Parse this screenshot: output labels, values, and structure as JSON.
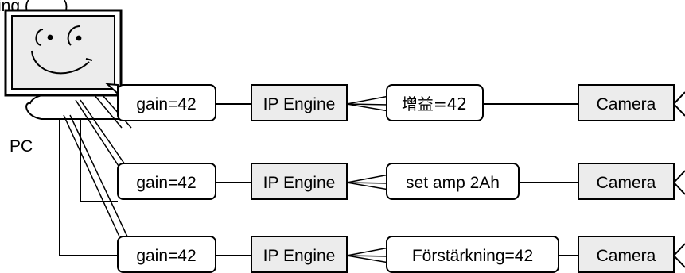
{
  "top_caption": "ing (...... ),",
  "pc_label": "PC",
  "rows": [
    {
      "gain": "gain=42",
      "engine": "IP Engine",
      "command": "增益=42",
      "camera": "Camera"
    },
    {
      "gain": "gain=42",
      "engine": "IP Engine",
      "command": "set amp 2Ah",
      "camera": "Camera"
    },
    {
      "gain": "gain=42",
      "engine": "IP Engine",
      "command": "Förstärkning=42",
      "camera": "Camera"
    }
  ],
  "colors": {
    "monitor_screen": "#ececec",
    "node_fill_grey": "#ececec",
    "node_fill_white": "#ffffff",
    "stroke": "#000000"
  }
}
